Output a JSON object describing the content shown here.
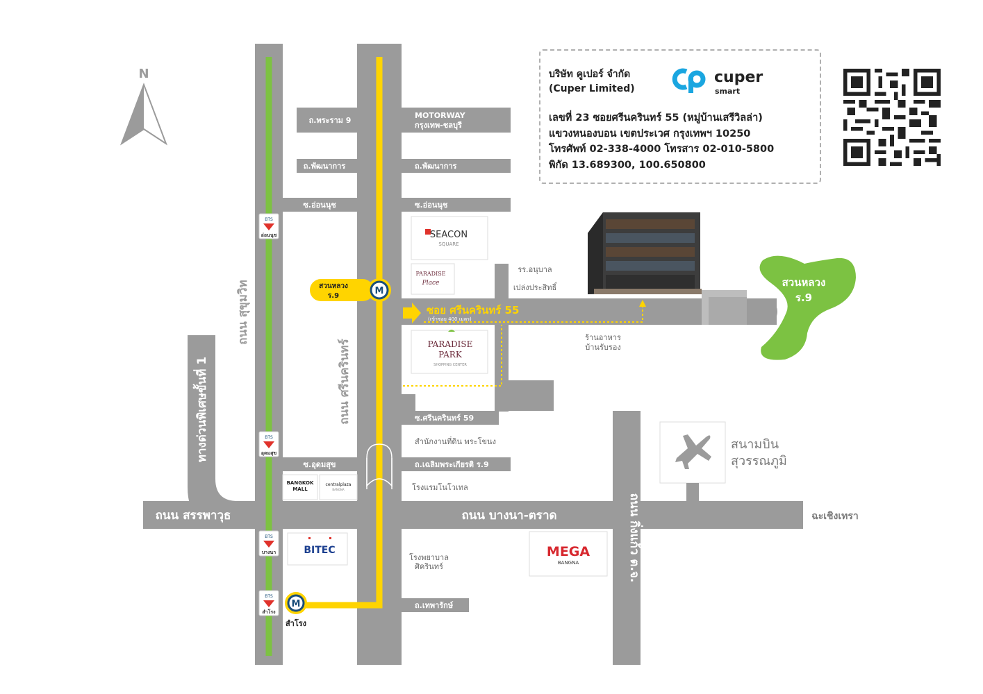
{
  "north_label": "N",
  "roads": {
    "sukhumvit": "ถนน สุขุมวิท",
    "srinakarin": "ถนน ศรีนครินทร์",
    "expressway": "ทางด่วนพิเศษขั้นที่ 1",
    "sanphawut": "ถนน สรรพาวุธ",
    "bangna_trad": "ถนน บางนา-ตราด",
    "king_kaew": "ถนน กิ่งแก้ว ต.จ.",
    "chachoengsao": "ฉะเชิงเทรา",
    "rama9": "ถ.พระราม 9",
    "motorway_1": "MOTORWAY",
    "motorway_2": "กรุงเทพ-ชลบุรี",
    "phatthanakan_left": "ถ.พัฒนาการ",
    "phatthanakan_right": "ถ.พัฒนาการ",
    "onnut_left": "ซ.อ่อนนุช",
    "onnut_right": "ซ.อ่อนนุช",
    "srinakarin55": "ซอย ศรีนครินทร์ 55",
    "srinakarin55_sub": "(เข้าซอย 400 เมตร)",
    "srinakarin59": "ซ.ศรีนครินทร์ 59",
    "udomsuk": "ซ.อุดมสุข",
    "chaloem": "ถ.เฉลิมพระเกียรติ ร.9",
    "thepharak": "ถ.เทพารักษ์"
  },
  "stations": {
    "bts_onnut": "อ่อนนุช",
    "bts_udomsuk": "อุดมสุข",
    "bts_bangna": "บางนา",
    "bts_samrong": "สำโรง",
    "mrt_samrong": "สำโรง",
    "mrt_suanluang_1": "สวนหลวง",
    "mrt_suanluang_2": "ร.9",
    "bts_tag": "BTS"
  },
  "landmarks": {
    "seacon_1": "SEACON",
    "seacon_2": "SQUARE",
    "paradise_place_1": "PARADISE",
    "paradise_place_2": "Place",
    "paradise_park_1": "PARADISE",
    "paradise_park_2": "PARK",
    "paradise_park_3": "SHOPPING CENTER",
    "bangkok_mall_1": "BANGKOK",
    "bangkok_mall_2": "MALL",
    "central_plaza": "centralplaza",
    "central_plaza_sub": "BANGNA",
    "bitec": "BITEC",
    "mega_1": "MEGA",
    "mega_2": "BANGNA",
    "kindergarten_1": "รร.อนุบาล",
    "kindergarten_2": "เปล่งประสิทธิ์",
    "restaurant_1": "ร้านอาหาร",
    "restaurant_2": "บ้านรับรอง",
    "land_office": "สำนักงานที่ดิน พระโขนง",
    "novotel": "โรงแรมโนโวเทล",
    "hospital_1": "โรงพยาบาล",
    "hospital_2": "ศิครินทร์",
    "airport_1": "สนามบิน",
    "airport_2": "สุวรรณภูมิ",
    "park_1": "สวนหลวง",
    "park_2": "ร.9"
  },
  "info": {
    "company_th": "บริษัท คูเปอร์ จำกัด",
    "company_en": "(Cuper Limited)",
    "logo_text": "cuper",
    "logo_sub": "smart",
    "address_1": "เลขที่ 23 ซอยศรีนครินทร์ 55 (หมู่บ้านเสรีวิลล่า)",
    "address_2": "แขวงหนองบอน เขตประเวศ กรุงเทพฯ 10250",
    "phone": "โทรศัพท์ 02-338-4000 โทรสาร 02-010-5800",
    "coords": "พิกัด 13.689300, 100.650800"
  },
  "colors": {
    "road": "#9b9b9b",
    "rail_yellow": "#ffd400",
    "bts_green": "#7dc242",
    "park_green": "#7cc242",
    "logo_blue": "#1aa6e0",
    "mrt_blue": "#1b4f7a"
  },
  "icons": [
    "north-arrow-icon",
    "mrt-icon",
    "bts-icon",
    "airplane-icon",
    "qr-code-icon",
    "direction-arrow-icon"
  ]
}
